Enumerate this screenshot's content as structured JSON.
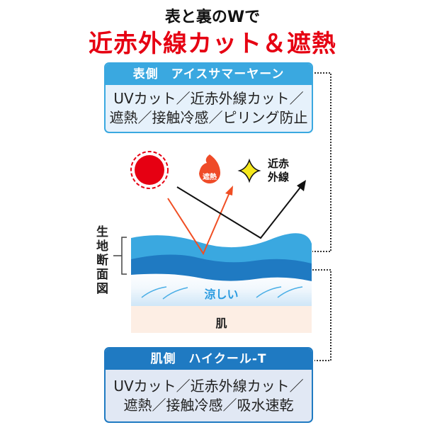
{
  "title": {
    "line1": "表と裏のWで",
    "line2": "近赤外線カット＆遮熱"
  },
  "outer": {
    "header": "表側　アイスサマーヤーン",
    "line1": "UVカット／近赤外線カット／",
    "line2": "遮熱／接触冷感／ピリング防止"
  },
  "inner": {
    "header": "肌側　ハイクール-T",
    "line1": "UVカット／近赤外線カット／",
    "line2": "遮熱／接触冷感／吸水速乾"
  },
  "diagram": {
    "section_label": "生地断面図",
    "heat_label": "遮熱",
    "ir_label_1": "近赤",
    "ir_label_2": "外線",
    "cool_label": "涼しい",
    "skin_label": "肌"
  },
  "colors": {
    "red": "#e60012",
    "light_blue": "#3aa8e0",
    "dark_blue": "#1f7ac2",
    "skin": "#fdeee4"
  }
}
